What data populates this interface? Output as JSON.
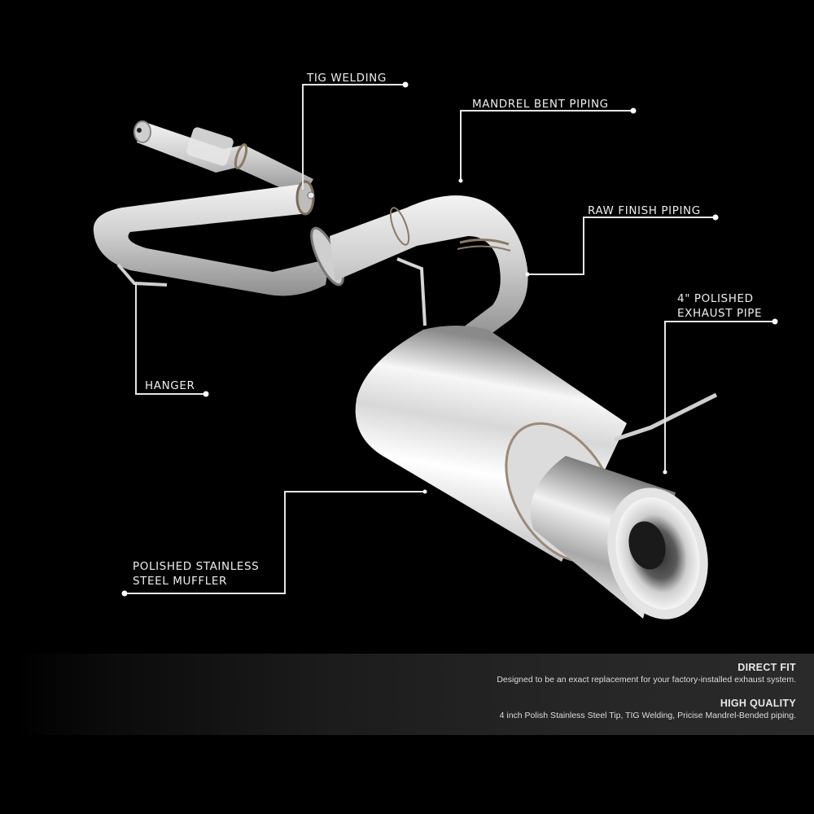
{
  "product": {
    "name": "Exhaust system with polished stainless steel muffler",
    "background_color": "#000000",
    "line_color": "#e6e6e6"
  },
  "callouts": [
    {
      "id": "tig-welding",
      "lines": [
        "TIG WELDING"
      ]
    },
    {
      "id": "mandrel-bent-piping",
      "lines": [
        "MANDREL BENT PIPING"
      ]
    },
    {
      "id": "raw-finish-piping",
      "lines": [
        "RAW FINISH PIPING"
      ]
    },
    {
      "id": "polished-exhaust-pipe",
      "lines": [
        "4\" POLISHED",
        "EXHAUST PIPE"
      ]
    },
    {
      "id": "hanger",
      "lines": [
        "HANGER"
      ]
    },
    {
      "id": "polished-muffler",
      "lines": [
        "POLISHED STAINLESS",
        "STEEL MUFFLER"
      ]
    }
  ],
  "features": [
    {
      "title": "DIRECT FIT",
      "description": "Designed to be an exact replacement for your factory-installed exhaust system."
    },
    {
      "title": "HIGH QUALITY",
      "description": "4 inch Polish Stainless Steel Tip, TIG Welding, Pricise Mandrel-Bended piping."
    }
  ]
}
